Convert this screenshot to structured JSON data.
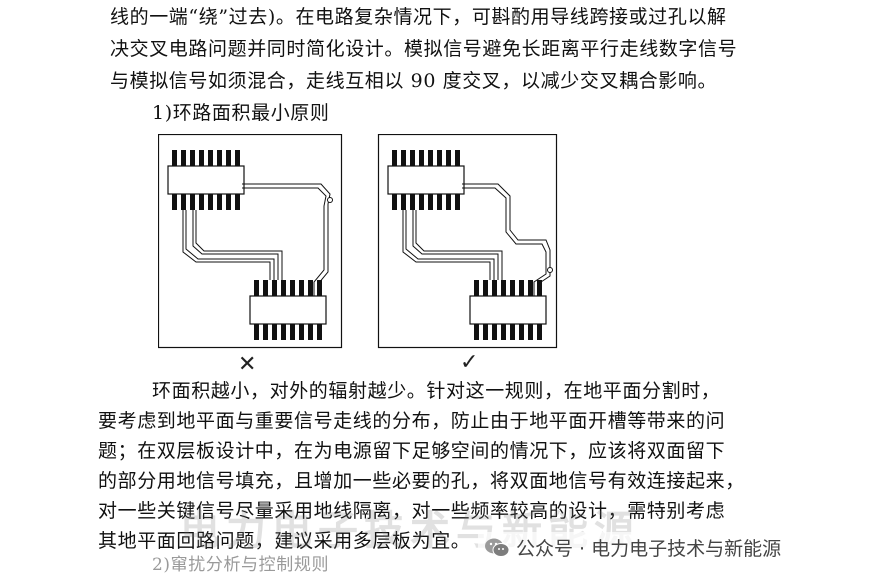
{
  "paragraph_top": [
    "线的一端“绕”过去)。在电路复杂情况下，可斟酌用导线跨接或过孔以解",
    "决交叉电路问题并同时简化设计。模拟信号避免长距离平行走线数字信号",
    "与模拟信号如须混合，走线互相以 90 度交叉，以减少交叉耦合影响。"
  ],
  "heading_1": "1)环路面积最小原则",
  "figure_marks": {
    "bad": "✕",
    "good": "✓"
  },
  "paragraph_bottom": [
    "环面积越小，对外的辐射越少。针对这一规则，在地平面分割时，",
    "要考虑到地平面与重要信号走线的分布，防止由于地平面开槽等带来的问",
    "题；在双层板设计中，在为电源留下足够空间的情况下，应该将双面留下",
    "的部分用地信号填充，且增加一些必要的孔，将双面地信号有效连接起来，",
    "对一些关键信号尽量采用地线隔离，对一些频率较高的设计，需特别考虑",
    "其地平面回路问题，建议采用多层板为宜。"
  ],
  "heading_2": "2)窜扰分析与控制规则",
  "watermark_text": "电力电子技术与新能源",
  "badge": {
    "prefix": "公众号 ·",
    "name": "电力电子技术与新能源"
  },
  "colors": {
    "text": "#111111",
    "trace": "#111111",
    "watermark": "#787878"
  }
}
